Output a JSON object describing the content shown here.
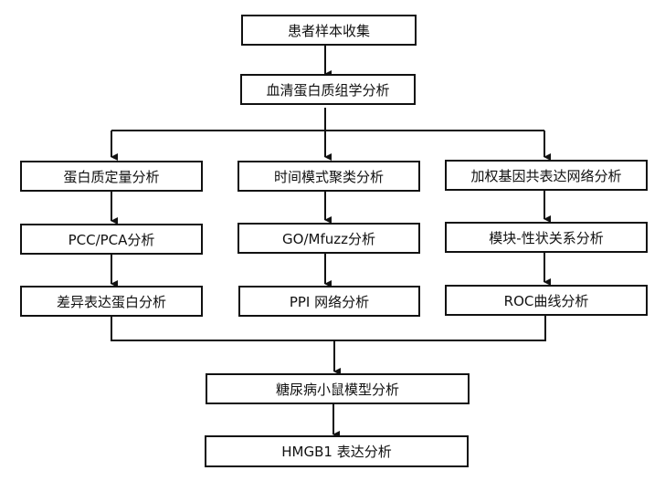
{
  "nodes": {
    "sample_collection": "患者样本收集",
    "serum_proteomics": "血清蛋白质组学分析",
    "protein_quant": "蛋白质定量分析",
    "pcc_pca": "PCC/PCA分析",
    "diff_protein": "差异表达蛋白分析",
    "time_cluster": "时间模式聚类分析",
    "go_mfuzz": "GO/Mfuzz分析",
    "ppi": "PPI 网络分析",
    "wgcna": "加权基因共表达网络分析",
    "module_trait": "模块-性状关系分析",
    "roc": "ROC曲线分析",
    "mouse_model": "糖尿病小鼠模型分析",
    "hmgb1": "HMGB1 表达分析"
  }
}
